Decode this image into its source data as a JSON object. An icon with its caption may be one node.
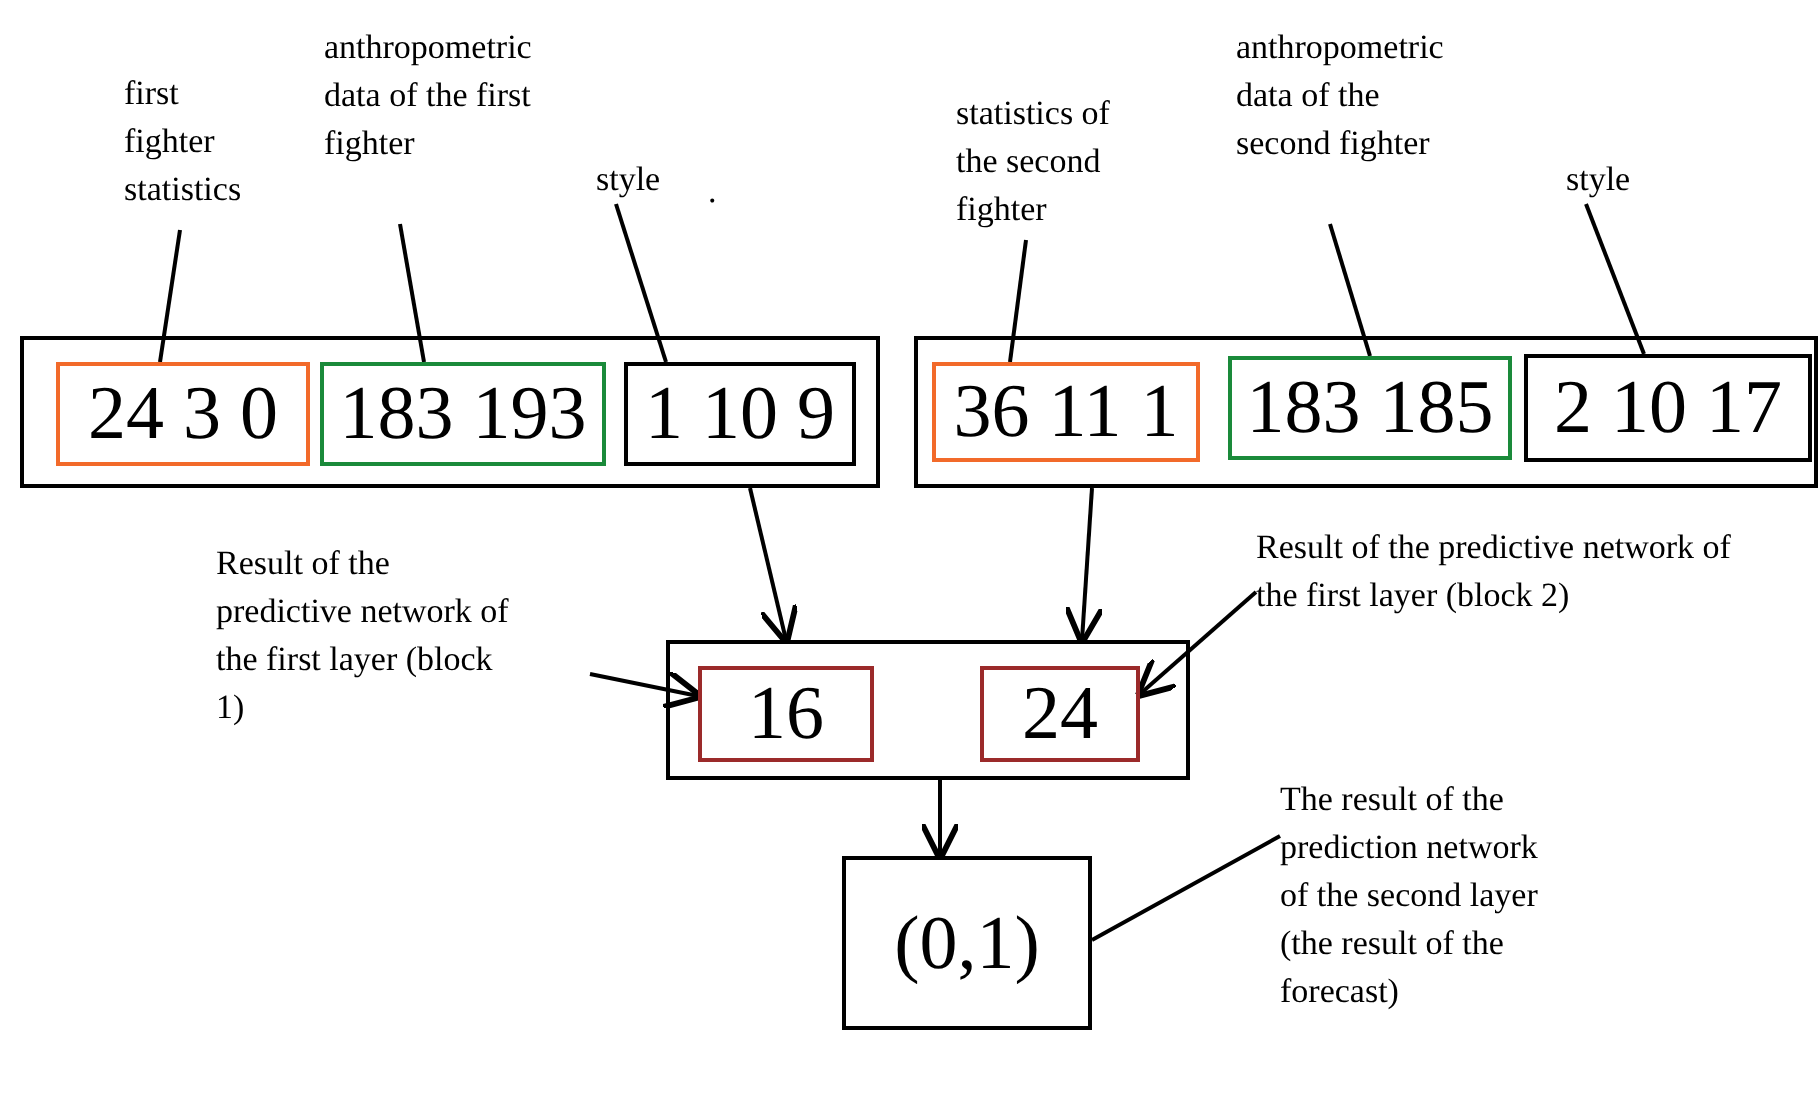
{
  "diagram": {
    "nodes": [
      {
        "text": [],
        "shape": "box"
      },
      {
        "text": [
          "24 3 0"
        ],
        "in": 0
      },
      {
        "text": [
          "183 193"
        ],
        "in": 0
      },
      {
        "text": [
          "1 10 9"
        ],
        "in": 0
      },
      {
        "text": [],
        "shape": "box"
      },
      {
        "text": [
          "36 11 1"
        ],
        "in": 4
      },
      {
        "text": [
          "183 185"
        ],
        "in": 4
      },
      {
        "text": [
          "2 10 17"
        ],
        "in": 4
      },
      {
        "text": [],
        "shape": "box"
      },
      {
        "text": [
          "16"
        ],
        "in": 8
      },
      {
        "text": [
          "24"
        ],
        "in": 8
      },
      {
        "text": [
          "(0,1)"
        ]
      },
      {
        "text": [
          "first fighter statistics"
        ]
      },
      {
        "text": [
          "anthropometric data of the first fighter"
        ]
      },
      {
        "text": [
          "style"
        ]
      },
      {
        "text": [
          "statistics of the second fighter"
        ]
      },
      {
        "text": [
          "anthropometric data of the second fighter"
        ]
      },
      {
        "text": [
          "style"
        ]
      },
      {
        "text": [
          "Result of the predictive network of the first layer (block 1)"
        ]
      },
      {
        "text": [
          "Result of the predictive network of the first layer (block 2)"
        ]
      },
      {
        "text": [
          "The result of the prediction network of the second layer (the result of the forecast)"
        ]
      }
    ],
    "edges": [
      {
        "from": 12,
        "to": 1,
        "arrow": "none"
      },
      {
        "from": 13,
        "to": 2,
        "arrow": "none"
      },
      {
        "from": 14,
        "to": 3,
        "arrow": "none"
      },
      {
        "from": 15,
        "to": 5,
        "arrow": "none"
      },
      {
        "from": 16,
        "to": 6,
        "arrow": "none"
      },
      {
        "from": 17,
        "to": 7,
        "arrow": "none"
      },
      {
        "from": 0,
        "to": 8,
        "arrow": "to"
      },
      {
        "from": 4,
        "to": 8,
        "arrow": "to"
      },
      {
        "from": 18,
        "to": 9,
        "arrow": "to"
      },
      {
        "from": 19,
        "to": 10,
        "arrow": "to"
      },
      {
        "from": 8,
        "to": 11,
        "arrow": "to"
      },
      {
        "from": 20,
        "to": 11,
        "arrow": "none"
      }
    ],
    "labels": [
      "."
    ]
  }
}
